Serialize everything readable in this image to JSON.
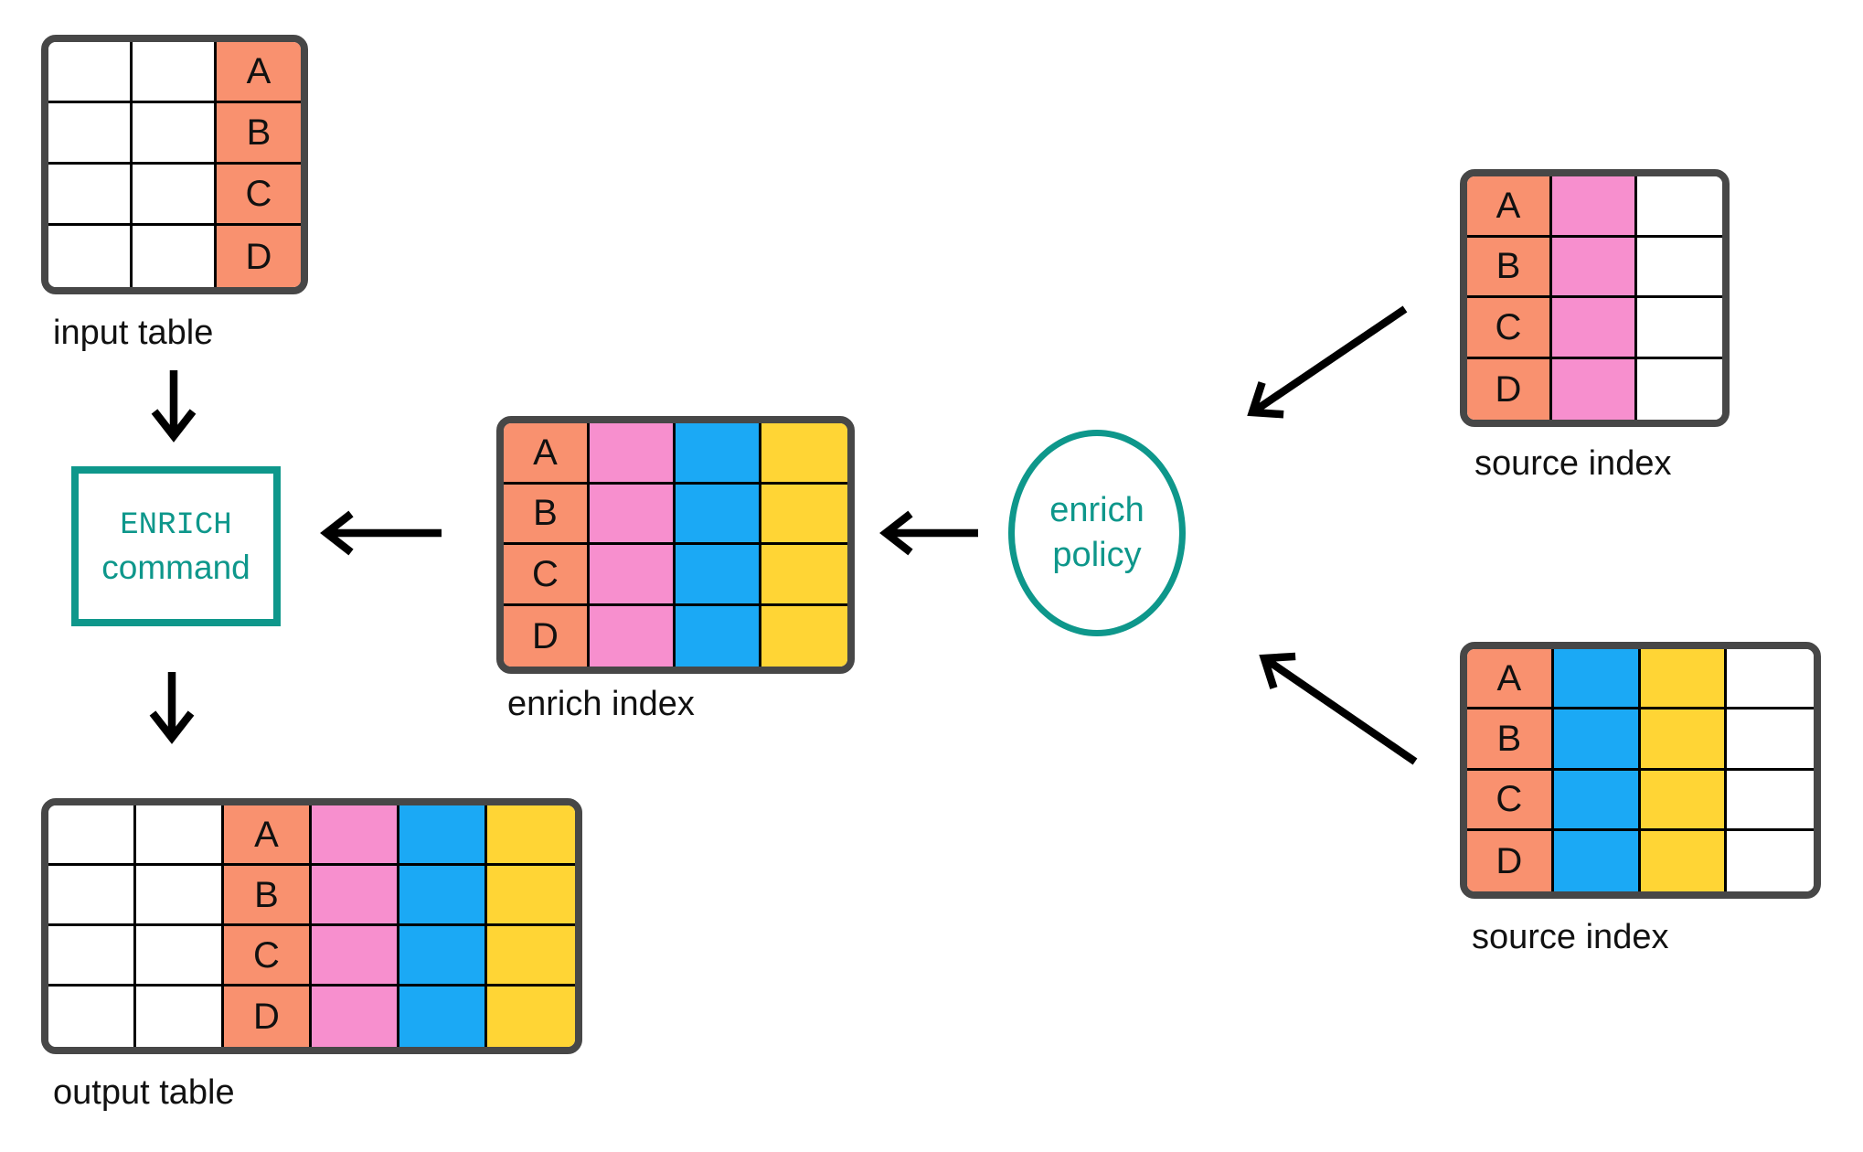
{
  "colors": {
    "white": "#FFFFFF",
    "salmon": "#F9916F",
    "pink": "#F78FCE",
    "blue": "#1BA9F5",
    "yellow": "#FFD535",
    "teal": "#0E978B",
    "table_border": "#474747",
    "grid_line": "#000000",
    "arrow": "#000000",
    "text": "#111111"
  },
  "tables": [
    {
      "id": "input-table",
      "label": "input table",
      "letters": [
        "A",
        "B",
        "C",
        "D"
      ],
      "letter_col": 2,
      "columns": [
        "white",
        "white",
        "salmon"
      ]
    },
    {
      "id": "enrich-index",
      "label": "enrich index",
      "letters": [
        "A",
        "B",
        "C",
        "D"
      ],
      "letter_col": 0,
      "columns": [
        "salmon",
        "pink",
        "blue",
        "yellow"
      ]
    },
    {
      "id": "source-index-top",
      "label": "source index",
      "letters": [
        "A",
        "B",
        "C",
        "D"
      ],
      "letter_col": 0,
      "columns": [
        "salmon",
        "pink",
        "white"
      ]
    },
    {
      "id": "source-index-bottom",
      "label": "source index",
      "letters": [
        "A",
        "B",
        "C",
        "D"
      ],
      "letter_col": 0,
      "columns": [
        "salmon",
        "blue",
        "yellow",
        "white"
      ]
    },
    {
      "id": "output-table",
      "label": "output table",
      "letters": [
        "A",
        "B",
        "C",
        "D"
      ],
      "letter_col": 2,
      "columns": [
        "white",
        "white",
        "salmon",
        "pink",
        "blue",
        "yellow"
      ]
    }
  ],
  "enrich_command": {
    "line1": "ENRICH",
    "line2": "command"
  },
  "enrich_policy": {
    "line1": "enrich",
    "line2": "policy"
  }
}
